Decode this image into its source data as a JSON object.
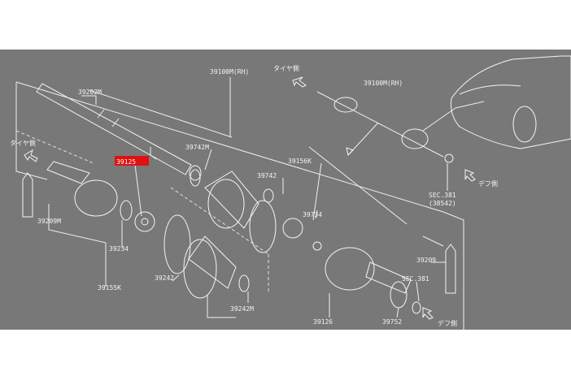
{
  "diagram": {
    "labels": {
      "shaft_rh_top": "39100M(RH)",
      "shaft_rh_side": "39100M(RH)",
      "tire_side_top": "タイヤ側",
      "tire_side_left": "タイヤ側",
      "diff_side_right": "デフ側",
      "diff_side_bottom": "デフ側",
      "p39202m": "39202M",
      "p39125": "39125",
      "p39742m": "39742M",
      "p39156k": "39156K",
      "p39742": "39742",
      "p39734": "39734",
      "p39209m": "39209M",
      "p39234": "39234",
      "p39155k": "39155K",
      "p39242": "39242",
      "p39242m": "39242M",
      "p39126": "39126",
      "p39752": "39752",
      "p39209": "39209",
      "sec381_a": "SEC.381",
      "sec381_a_ref": "(38542)",
      "sec381_b": "SEC.381"
    },
    "highlight_color": "#e01010",
    "background_color": "#787878"
  }
}
